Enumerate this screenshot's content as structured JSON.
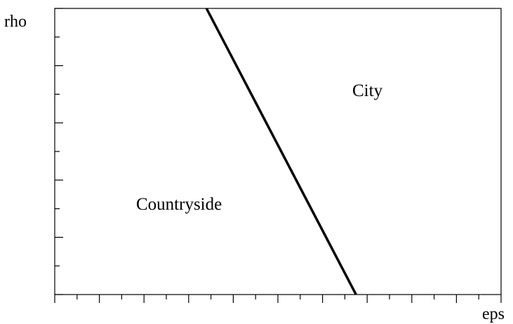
{
  "diagram": {
    "y_axis_label": "rho",
    "x_axis_label": "eps",
    "regions": {
      "left_label": "Countryside",
      "right_label": "City"
    },
    "boundary_line": {
      "top_x_fraction": 0.34,
      "bottom_x_fraction": 0.675
    },
    "ticks": {
      "x_major_count": 10,
      "x_minor_per_major": 2,
      "y_major_count": 5,
      "y_minor_per_major": 2
    },
    "colors": {
      "axis": "#000000",
      "line": "#000000",
      "background": "#ffffff"
    }
  }
}
